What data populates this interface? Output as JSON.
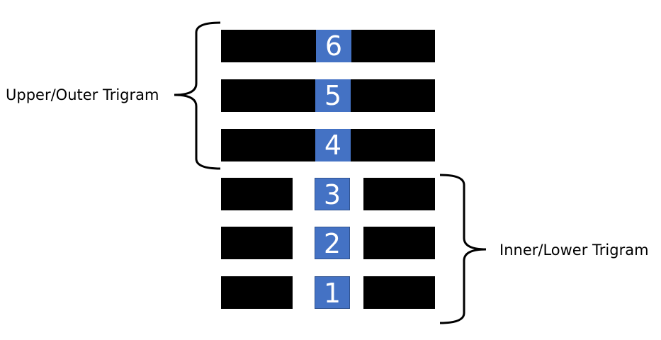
{
  "upper_trigram": {
    "label": "Upper/Outer Trigram"
  },
  "lower_trigram": {
    "label": "Inner/Lower Trigram"
  },
  "lines": [
    {
      "number": "6",
      "type": "solid"
    },
    {
      "number": "5",
      "type": "solid"
    },
    {
      "number": "4",
      "type": "solid"
    },
    {
      "number": "3",
      "type": "broken"
    },
    {
      "number": "2",
      "type": "broken"
    },
    {
      "number": "1",
      "type": "broken"
    }
  ],
  "colors": {
    "line": "#000000",
    "badge": "#4472c4",
    "badge_text": "#ffffff"
  }
}
